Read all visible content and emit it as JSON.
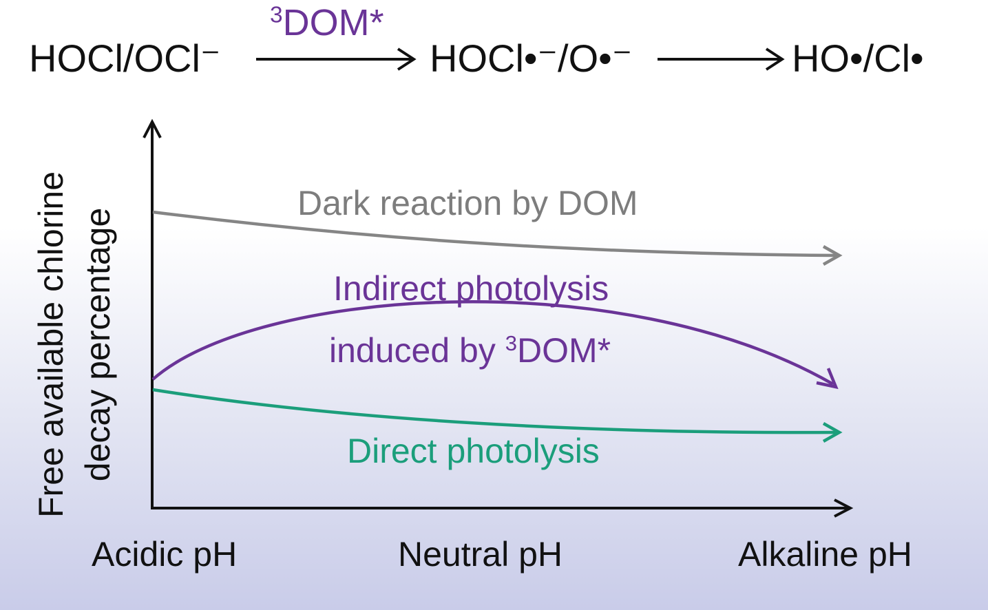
{
  "equation": {
    "reactant": "HOCl/OCl⁻",
    "catalyst_sup": "3",
    "catalyst": "DOM*",
    "intermediate": "HOCl•⁻/O•⁻",
    "product": "HO•/Cl•"
  },
  "axes": {
    "ylabel_line1": "Free available chlorine",
    "ylabel_line2": "decay percentage",
    "x_ticks": [
      "Acidic pH",
      "Neutral pH",
      "Alkaline pH"
    ]
  },
  "curves": {
    "dark": {
      "label": "Dark reaction by DOM",
      "color": "#858585"
    },
    "indirect": {
      "label_line1": "Indirect photolysis",
      "label_line2_prefix": "induced by ",
      "label_line2_sup": "3",
      "label_line2_suffix": "DOM*",
      "color": "#6a3497"
    },
    "direct": {
      "label": "Direct photolysis",
      "color": "#1b9e7b"
    }
  }
}
